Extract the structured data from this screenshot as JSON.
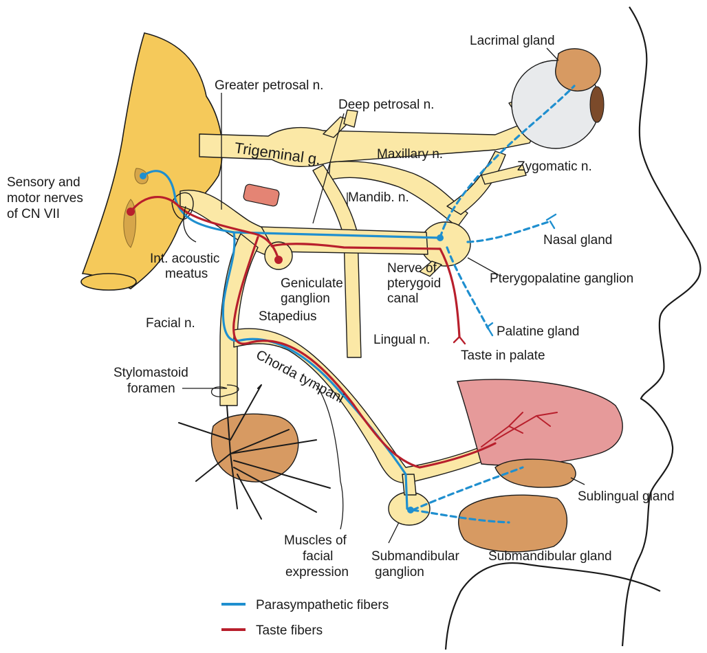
{
  "labels": {
    "lacrimal_gland": "Lacrimal gland",
    "greater_petrosal": "Greater petrosal n.",
    "deep_petrosal": "Deep petrosal n.",
    "trigeminal_g": "Trigeminal g.",
    "maxillary": "Maxillary n.",
    "zygomatic": "Zygomatic n.",
    "sensory_motor_1": "Sensory and",
    "sensory_motor_2": "motor nerves",
    "sensory_motor_3": "of CN VII",
    "mandib": "Mandib. n.",
    "nasal_gland": "Nasal gland",
    "int_acoustic_1": "Int. acoustic",
    "int_acoustic_2": "meatus",
    "geniculate_1": "Geniculate",
    "geniculate_2": "ganglion",
    "nerve_pterygoid_1": "Nerve of",
    "nerve_pterygoid_2": "pterygoid",
    "nerve_pterygoid_3": "canal",
    "pterygopalatine": "Pterygopalatine ganglion",
    "facial_n": "Facial n.",
    "stapedius": "Stapedius",
    "lingual": "Lingual n.",
    "palatine_gland": "Palatine gland",
    "taste_palate": "Taste in palate",
    "chorda_tympani": "Chorda tympani",
    "stylomastoid_1": "Stylomastoid",
    "stylomastoid_2": "foramen",
    "sublingual_gland": "Sublingual gland",
    "muscles_1": "Muscles of",
    "muscles_2": "facial",
    "muscles_3": "expression",
    "submandibular_ganglion_1": "Submandibular",
    "submandibular_ganglion_2": "ganglion",
    "submandibular_gland": "Submandibular gland"
  },
  "legend": {
    "parasympathetic": "Parasympathetic fibers",
    "taste": "Taste fibers"
  },
  "colors": {
    "parasympathetic": "#1f8fcf",
    "taste": "#b81f2c",
    "nerve": "#fbe8a6",
    "brainstem": "#f5c95a",
    "gland": "#d79a62"
  }
}
